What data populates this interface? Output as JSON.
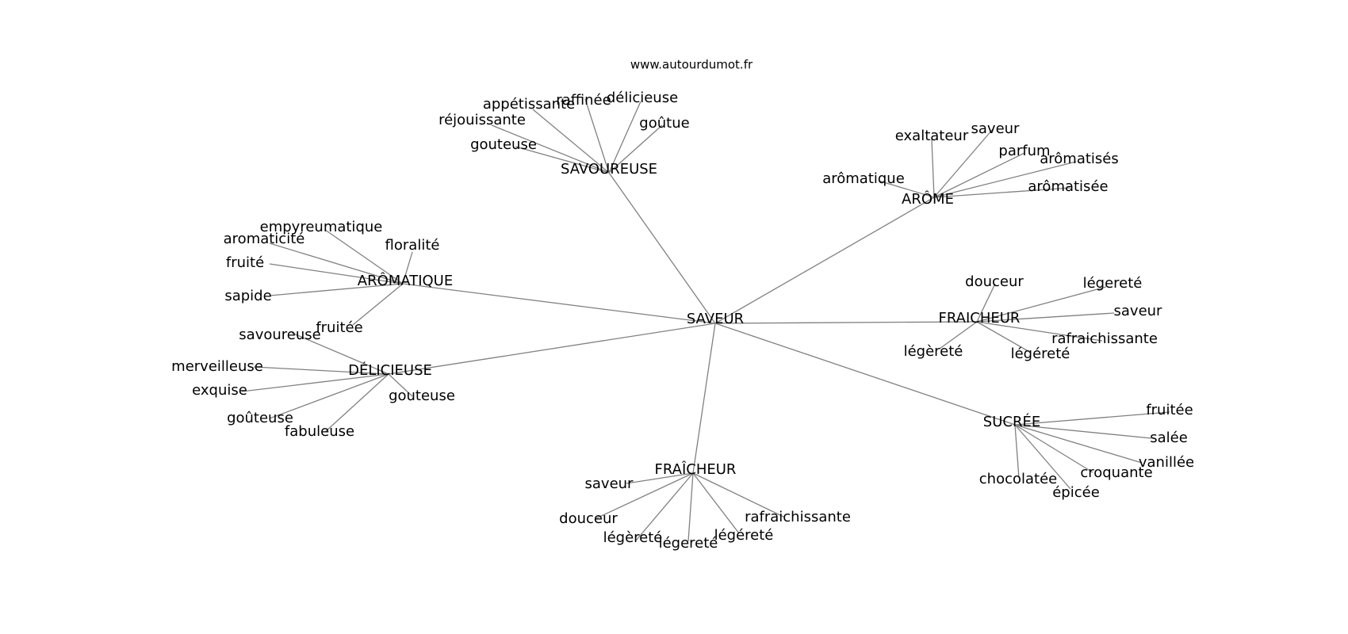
{
  "site": "www.autourdumot.fr",
  "center": "SAVEUR",
  "groups": [
    {
      "id": "savoureuse",
      "label": "SAVOUREUSE",
      "words": [
        "appétissante",
        "raffinée",
        "délicieuse",
        "réjouissante",
        "goûtue",
        "gouteuse"
      ]
    },
    {
      "id": "arome",
      "label": "ARÔME",
      "words": [
        "exaltateur",
        "saveur",
        "parfum",
        "arômatisés",
        "arômatique",
        "arômatisée"
      ]
    },
    {
      "id": "aromatique",
      "label": "ARÔMATIQUE",
      "words": [
        "empyreumatique",
        "aromaticité",
        "floralité",
        "fruité",
        "sapide",
        "fruitée"
      ]
    },
    {
      "id": "fraicheur1",
      "label": "FRAICHEUR",
      "words": [
        "douceur",
        "légereté",
        "saveur",
        "rafraichissante",
        "légèreté",
        "légéreté"
      ]
    },
    {
      "id": "delicieuse",
      "label": "DÉLICIEUSE",
      "words": [
        "savoureuse",
        "merveilleuse",
        "exquise",
        "gouteuse",
        "goûteuse",
        "fabuleuse"
      ]
    },
    {
      "id": "sucree",
      "label": "SUCRÉE",
      "words": [
        "fruitée",
        "salée",
        "vanillée",
        "croquante",
        "chocolatée",
        "épicée"
      ]
    },
    {
      "id": "fraicheur2",
      "label": "FRAÎCHEUR",
      "words": [
        "saveur",
        "douceur",
        "rafraichissante",
        "légèreté",
        "légereté",
        "légéreté"
      ]
    }
  ]
}
